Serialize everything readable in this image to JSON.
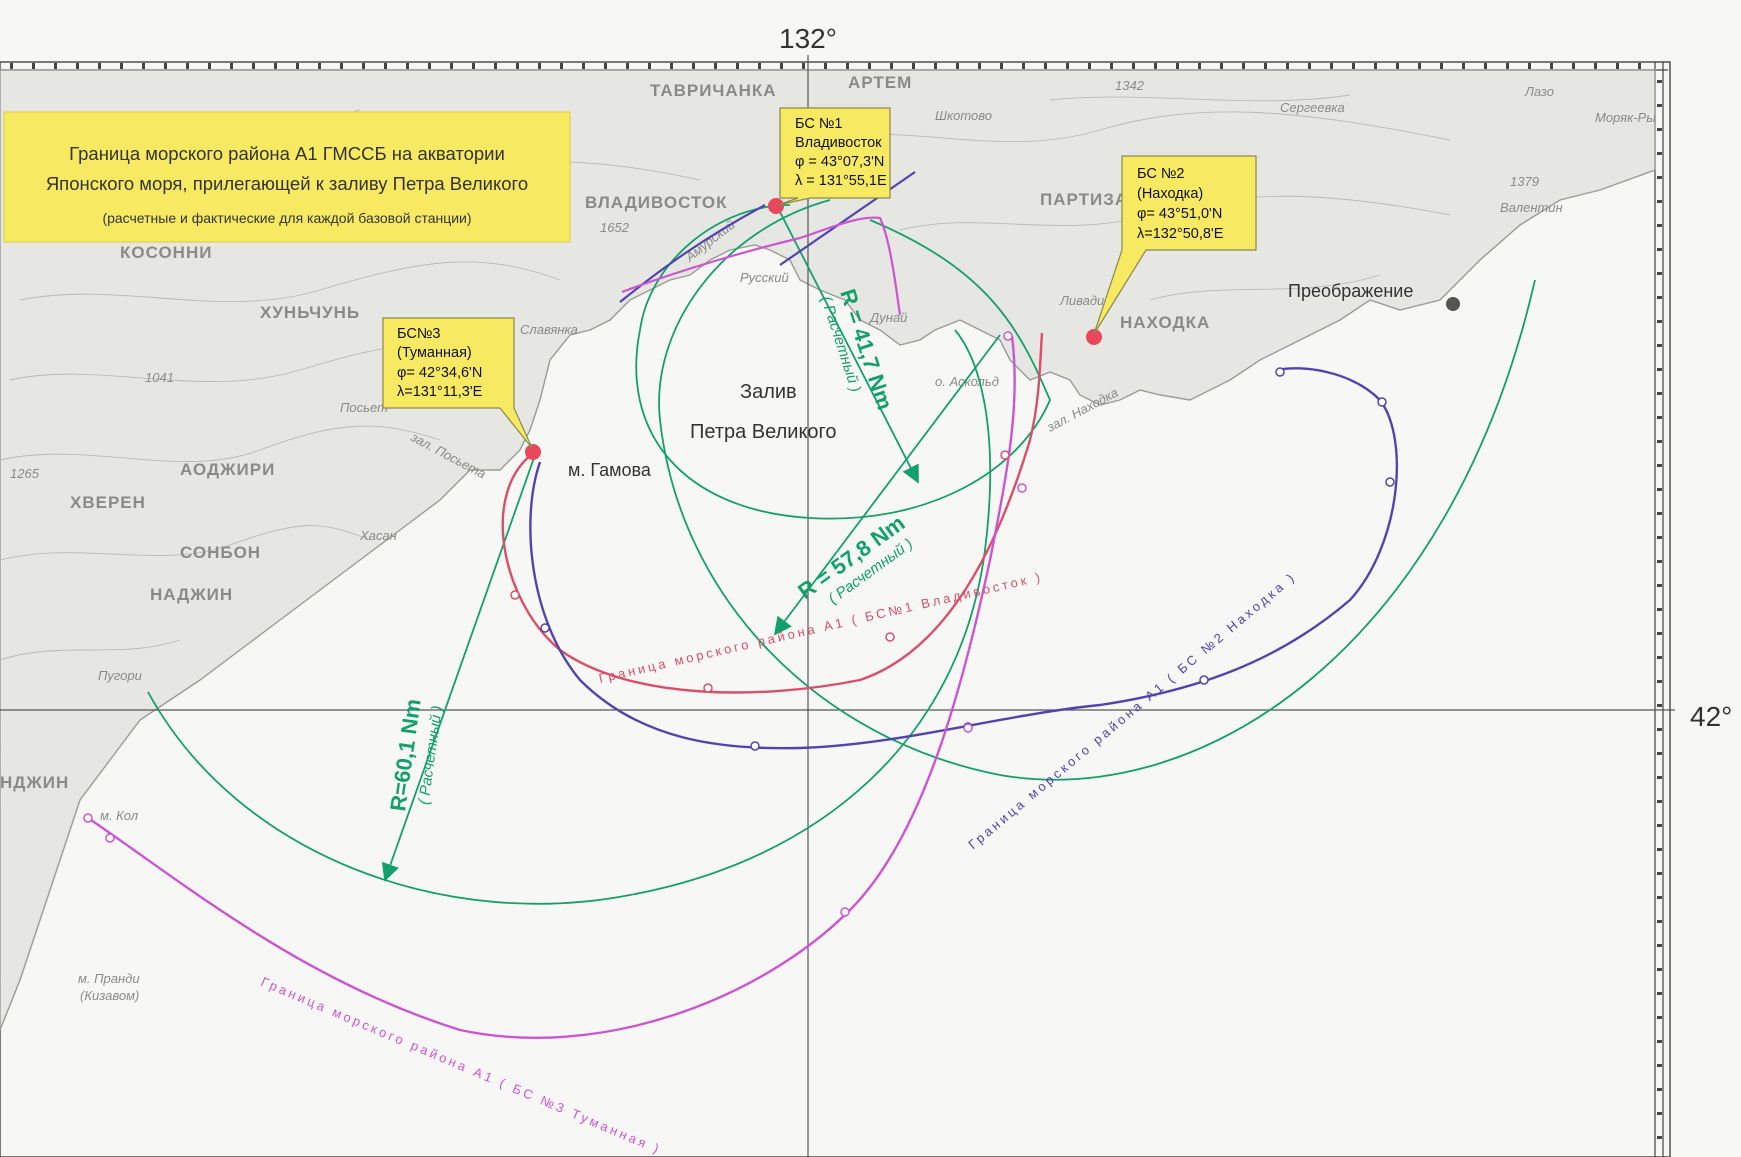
{
  "title_box": {
    "line1": "Граница морского района А1 ГМССБ на акватории",
    "line2": "Японского моря, прилегающей к заливу Петра Великого",
    "line3": "(расчетные и фактические для каждой базовой станции)"
  },
  "grid": {
    "lon_label": "132°",
    "lat_label": "42°"
  },
  "stations": [
    {
      "id": "bs1",
      "lines": [
        "БС №1",
        "Владивосток",
        "φ = 43°07,3'N",
        "λ = 131°55,1E"
      ]
    },
    {
      "id": "bs2",
      "lines": [
        "БС №2",
        "(Находка)",
        "φ= 43°51,0'N",
        "λ=132°50,8'E"
      ]
    },
    {
      "id": "bs3",
      "lines": [
        "БС№3",
        "(Туманная)",
        "φ= 42°34,6'N",
        "λ=131°11,3'E"
      ]
    }
  ],
  "radius_labels": [
    {
      "id": "r1",
      "value": "R = 41,7 Nm",
      "note": "( Расчетный )"
    },
    {
      "id": "r2",
      "value": "R = 57,8 Nm",
      "note": "( Расчетный )"
    },
    {
      "id": "r3",
      "value": "R=60,1 Nm",
      "note": "( Расчетный )"
    }
  ],
  "boundary_labels": {
    "vladivostok": "Граница морского района А1 ( БС№1 Владивосток )",
    "nakhodka": "Граница морского района А1 ( БС №2 Находка )",
    "tumannaya": "Граница морского района А1 ( БС №3 Туманная )"
  },
  "sea_labels": {
    "gulf_line1": "Залив",
    "gulf_line2": "Петра Великого"
  },
  "place_labels": {
    "gamova": "м. Гамова",
    "preobrazhenie": "Преображение",
    "vladivostok": "ВЛАДИВОСТОК",
    "nakhodka": "НАХОДКА",
    "partizansk": "ПАРТИЗА",
    "tavrichanka": "ТАВРИЧАНКА",
    "artem": "АРТЕМ",
    "shkotovo": "Шкотово",
    "sergeevka": "Сергеевка",
    "valentin": "Валентин",
    "lazo": "Лазо",
    "moryak": "Моряк-Ры",
    "koson": "КОСОННИ",
    "hunchun": "ХУНЬЧУНЬ",
    "aodzhiri": "АОДЖИРИ",
    "hveren": "ХВЕРЕН",
    "sonbon": "СОНБОН",
    "nadzhin": "НАДЖИН",
    "nadzhin2": "НДЖИН",
    "pugori": "Пугори",
    "hasan": "Хасан",
    "posyet": "Посьет",
    "slavyanka": "Славянка",
    "russkiy": "Русский",
    "livadiya": "Ливадия",
    "zal_posyet": "зал. Посьета",
    "zal_amur": "Амурский",
    "zal_nakh": "зал. Находка",
    "putyatin": "о. Аскольд",
    "prandi": "м. Пранди",
    "prandi2": "(Кизавом)",
    "kol": "м. Кол",
    "dunay": "Дунай",
    "num1652": "1652",
    "num1379": "1379",
    "num1041": "1041",
    "num1265": "1265",
    "num1342": "1342"
  },
  "colors": {
    "callout_fill": "#f7ea62",
    "callout_stroke": "#8a8a4a",
    "station_dot": "#e8485c",
    "green_circle": "#14a06a",
    "red_boundary": "#d8506a",
    "blue_boundary": "#5244ad",
    "magenta_boundary": "#cc55d2",
    "place_dot": "#555555"
  }
}
